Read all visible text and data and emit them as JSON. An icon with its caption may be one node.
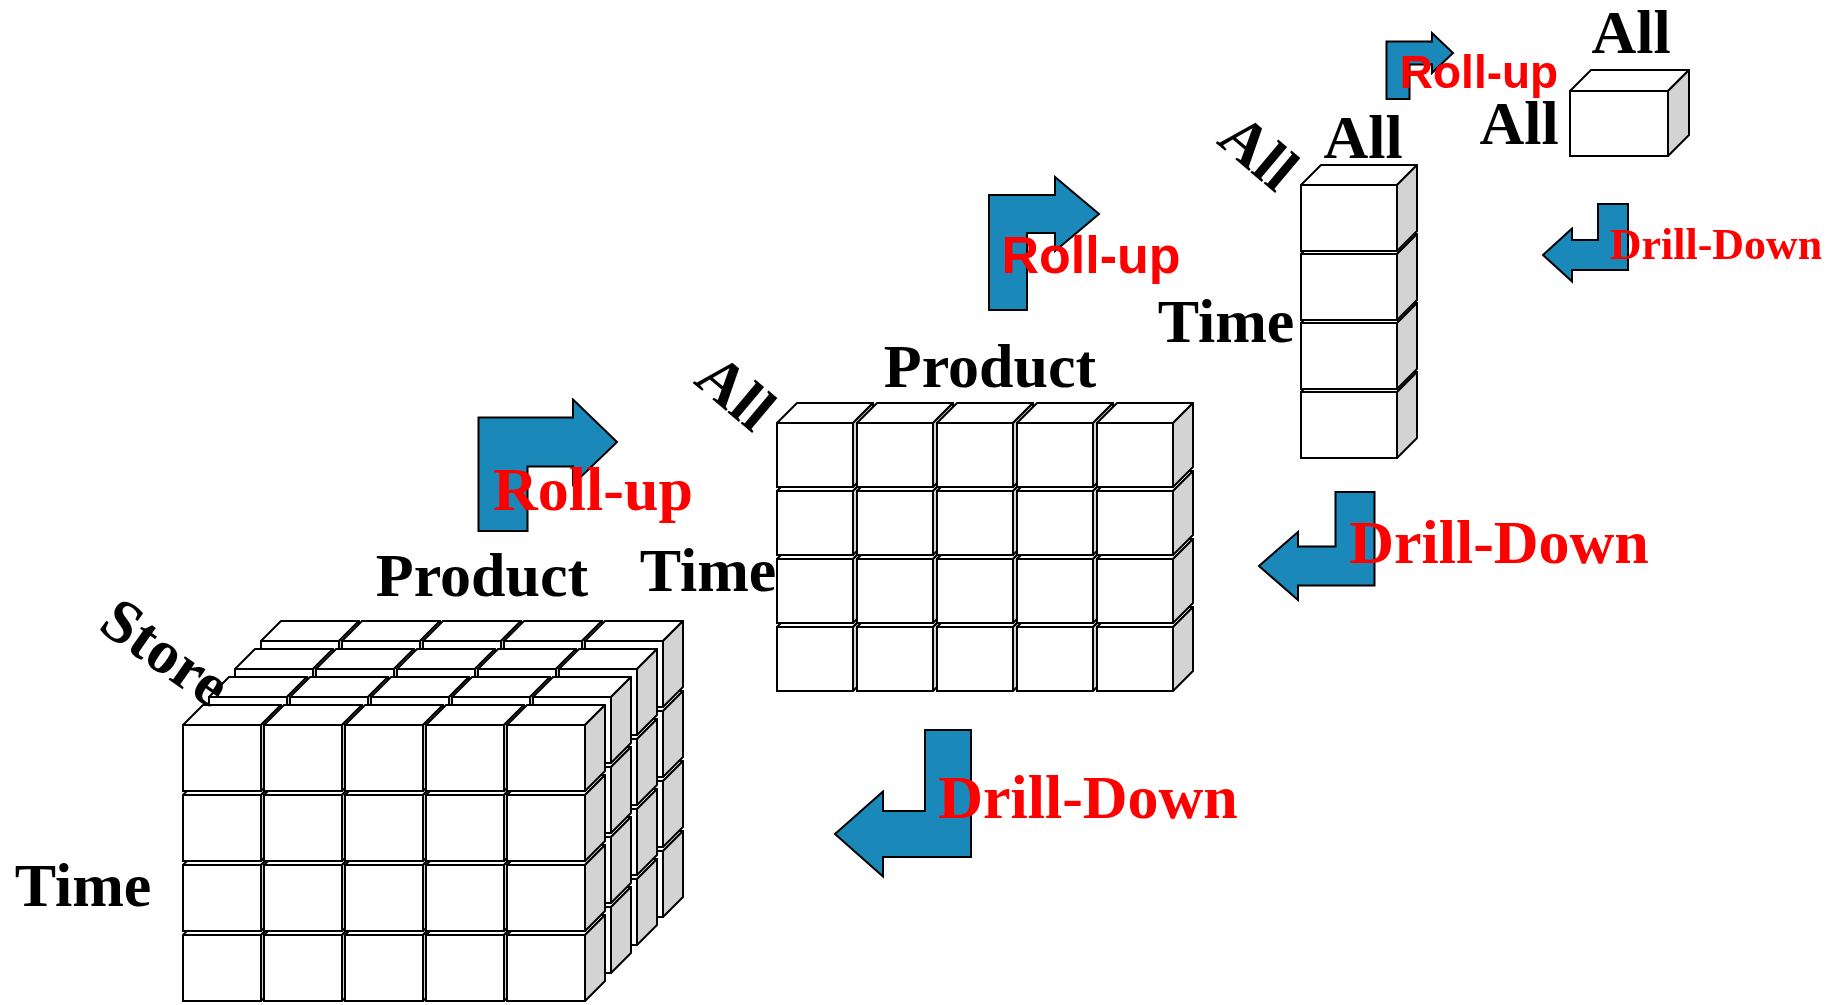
{
  "diagram": {
    "nodes": [
      {
        "text": [],
        "shape": "cube",
        "beside": [
          "Store",
          "Product",
          "Time"
        ]
      },
      {
        "text": [],
        "shape": "cube",
        "beside": [
          "All",
          "Product",
          "Time"
        ]
      },
      {
        "text": [],
        "shape": "cube",
        "beside": [
          "All",
          "All",
          "Time"
        ]
      },
      {
        "text": [],
        "shape": "cube",
        "beside": [
          "All",
          "All"
        ]
      }
    ],
    "labels": [
      "Roll-up",
      "Drill-Down",
      "Roll-up",
      "Roll-up",
      "Drill-Down",
      "Drill-Down"
    ]
  }
}
